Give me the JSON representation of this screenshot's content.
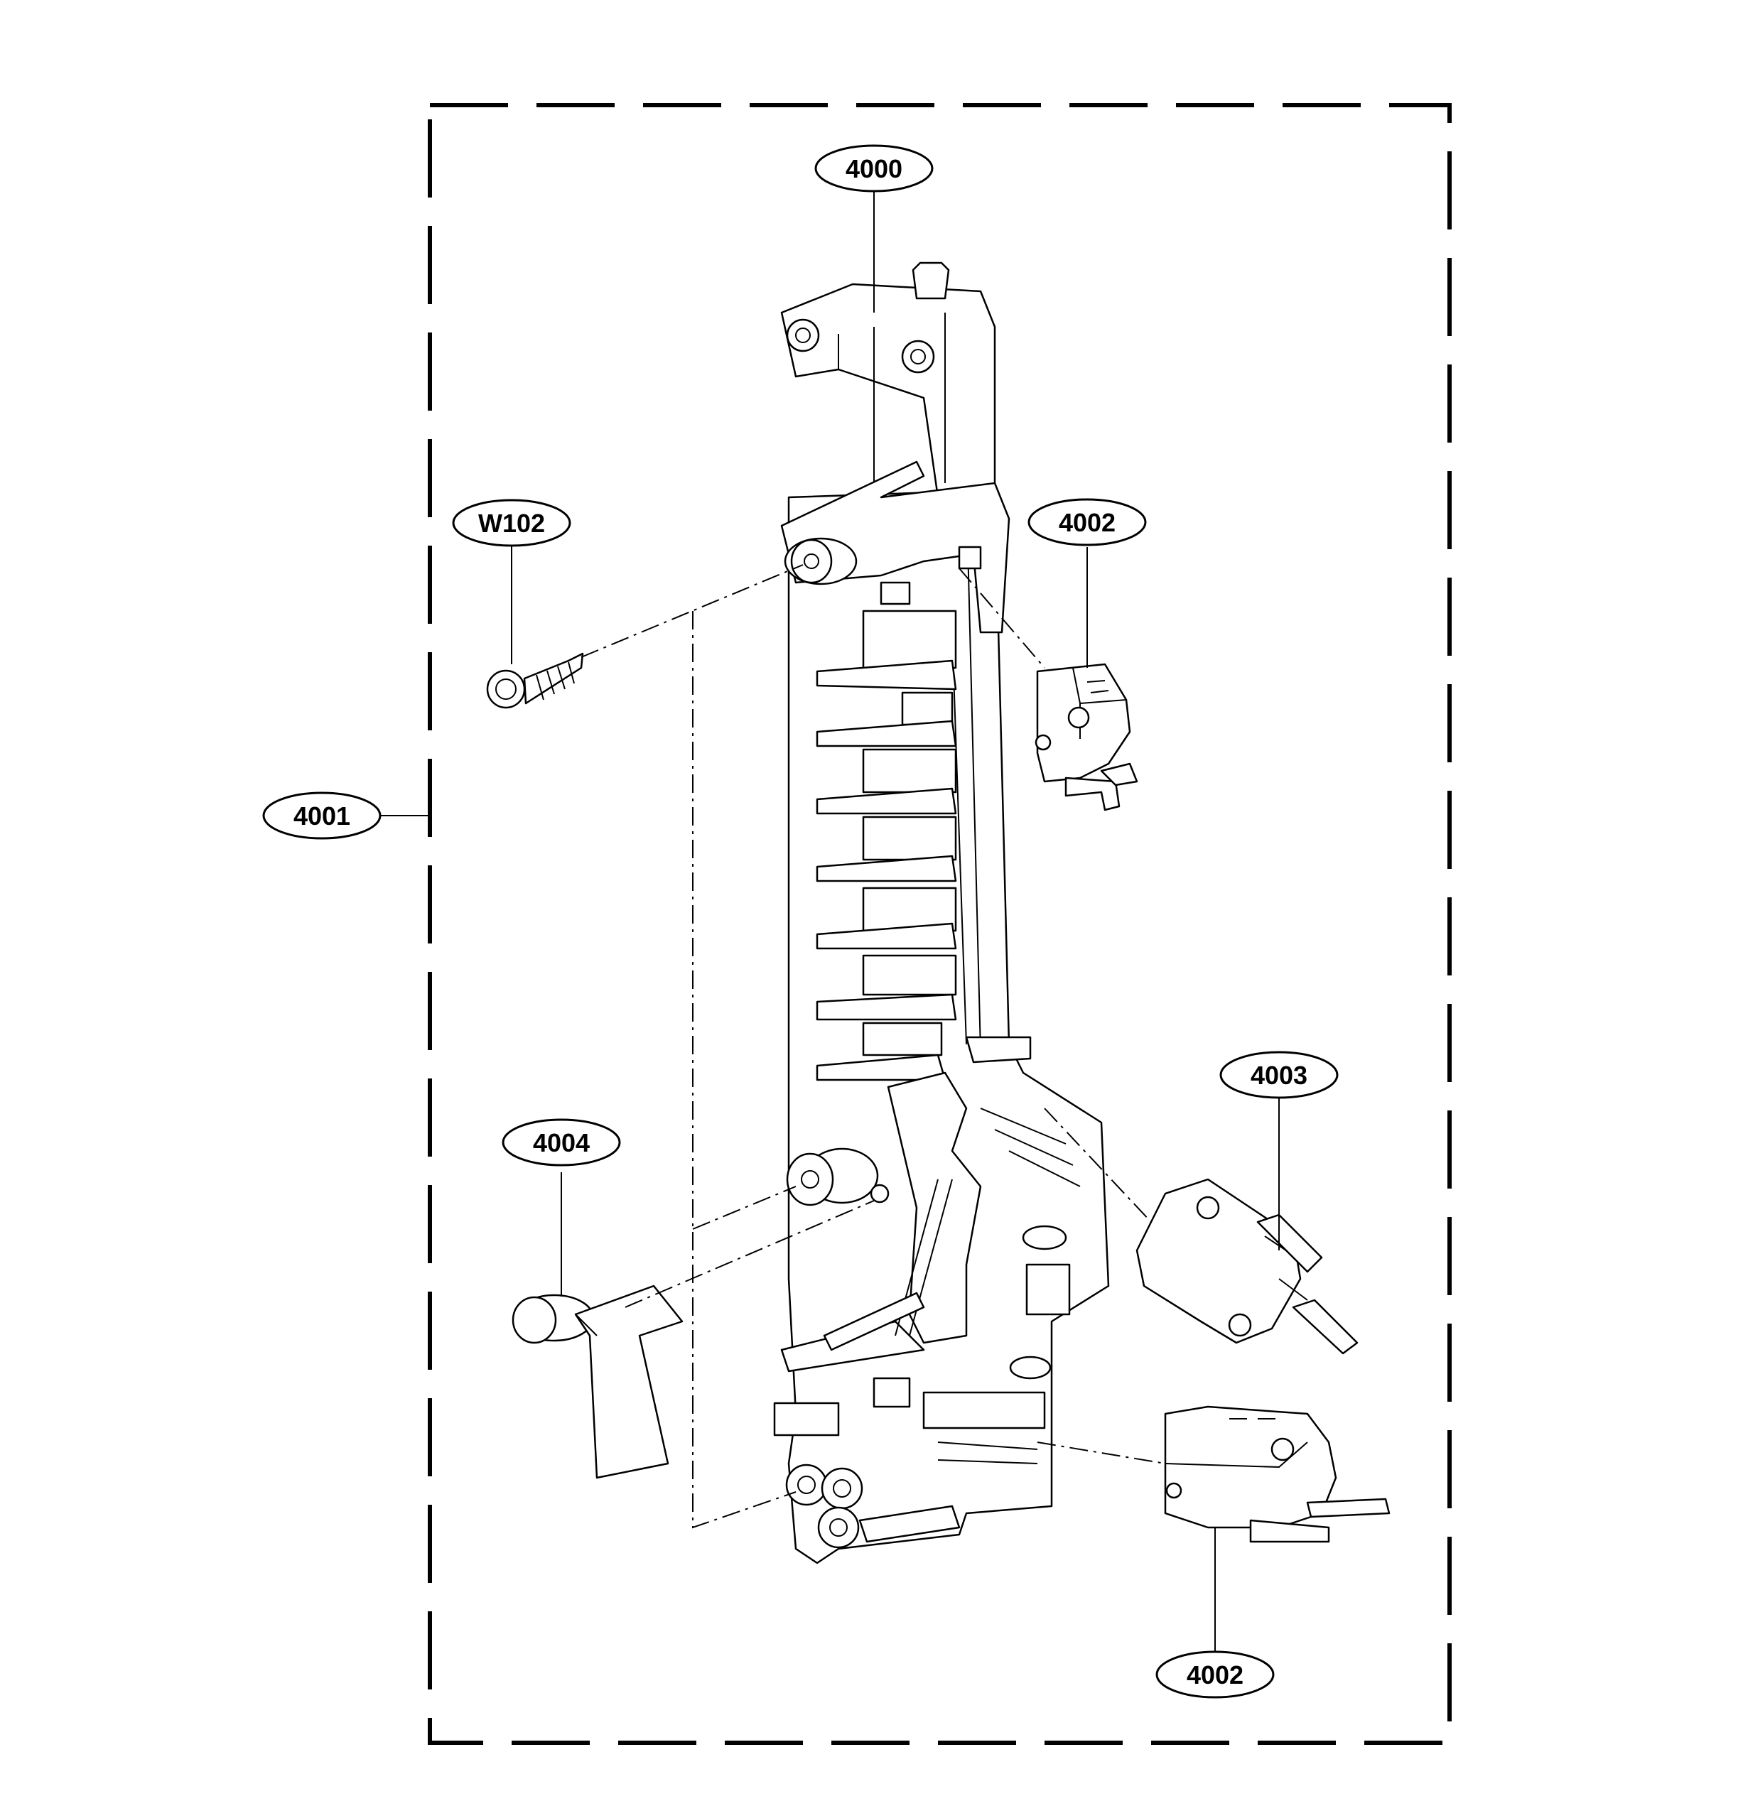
{
  "diagram": {
    "callouts": [
      {
        "id": "c4000",
        "label": "4000"
      },
      {
        "id": "c4001",
        "label": "4001"
      },
      {
        "id": "c4002a",
        "label": "4002"
      },
      {
        "id": "c4002b",
        "label": "4002"
      },
      {
        "id": "c4003",
        "label": "4003"
      },
      {
        "id": "c4004",
        "label": "4004"
      },
      {
        "id": "cW102",
        "label": "W102"
      }
    ]
  }
}
